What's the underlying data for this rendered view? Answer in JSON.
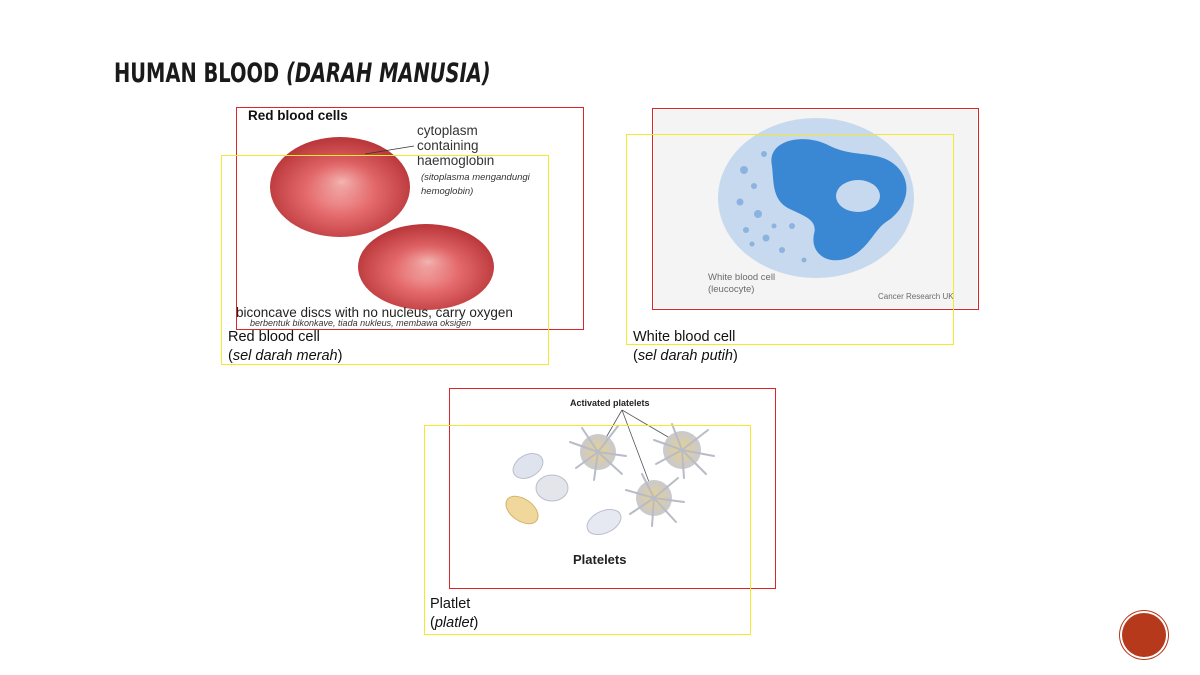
{
  "slide": {
    "title_main": "HUMAN BLOOD ",
    "title_italic": "(DARAH MANUSIA)"
  },
  "rbc": {
    "heading": "Red blood cells",
    "annotation_line1": "cytoplasm",
    "annotation_line2": "containing",
    "annotation_line3": "haemoglobin",
    "annotation_malay_line1": "(sitoplasma mengandungi",
    "annotation_malay_line2": "hemoglobin)",
    "bottom_text": "biconcave discs with no nucleus, carry oxygen",
    "bottom_text_malay": "berbentuk bikonkave, tiada nukleus, membawa oksigen",
    "caption_line1": "Red blood cell",
    "caption_italic": "sel darah merah"
  },
  "wbc": {
    "label_line1": "White blood cell",
    "label_line2": "(leucocyte)",
    "credit": "Cancer Research UK",
    "caption_line1": "White blood cell",
    "caption_italic": "sel darah putih"
  },
  "platelet": {
    "top_label": "Activated platelets",
    "figure_title": "Platelets",
    "caption_line1": "Platlet",
    "caption_italic": "platlet"
  },
  "colors": {
    "red_box": "#d9262b",
    "yellow_box": "#f2e92c",
    "rbc": "#d9585a",
    "wbc_nucleus": "#3a87d4",
    "wbc_cytoplasm": "#c7d9ee",
    "nav_button": "#b6391c"
  },
  "nav": {
    "icon": "circle-nav-button"
  }
}
